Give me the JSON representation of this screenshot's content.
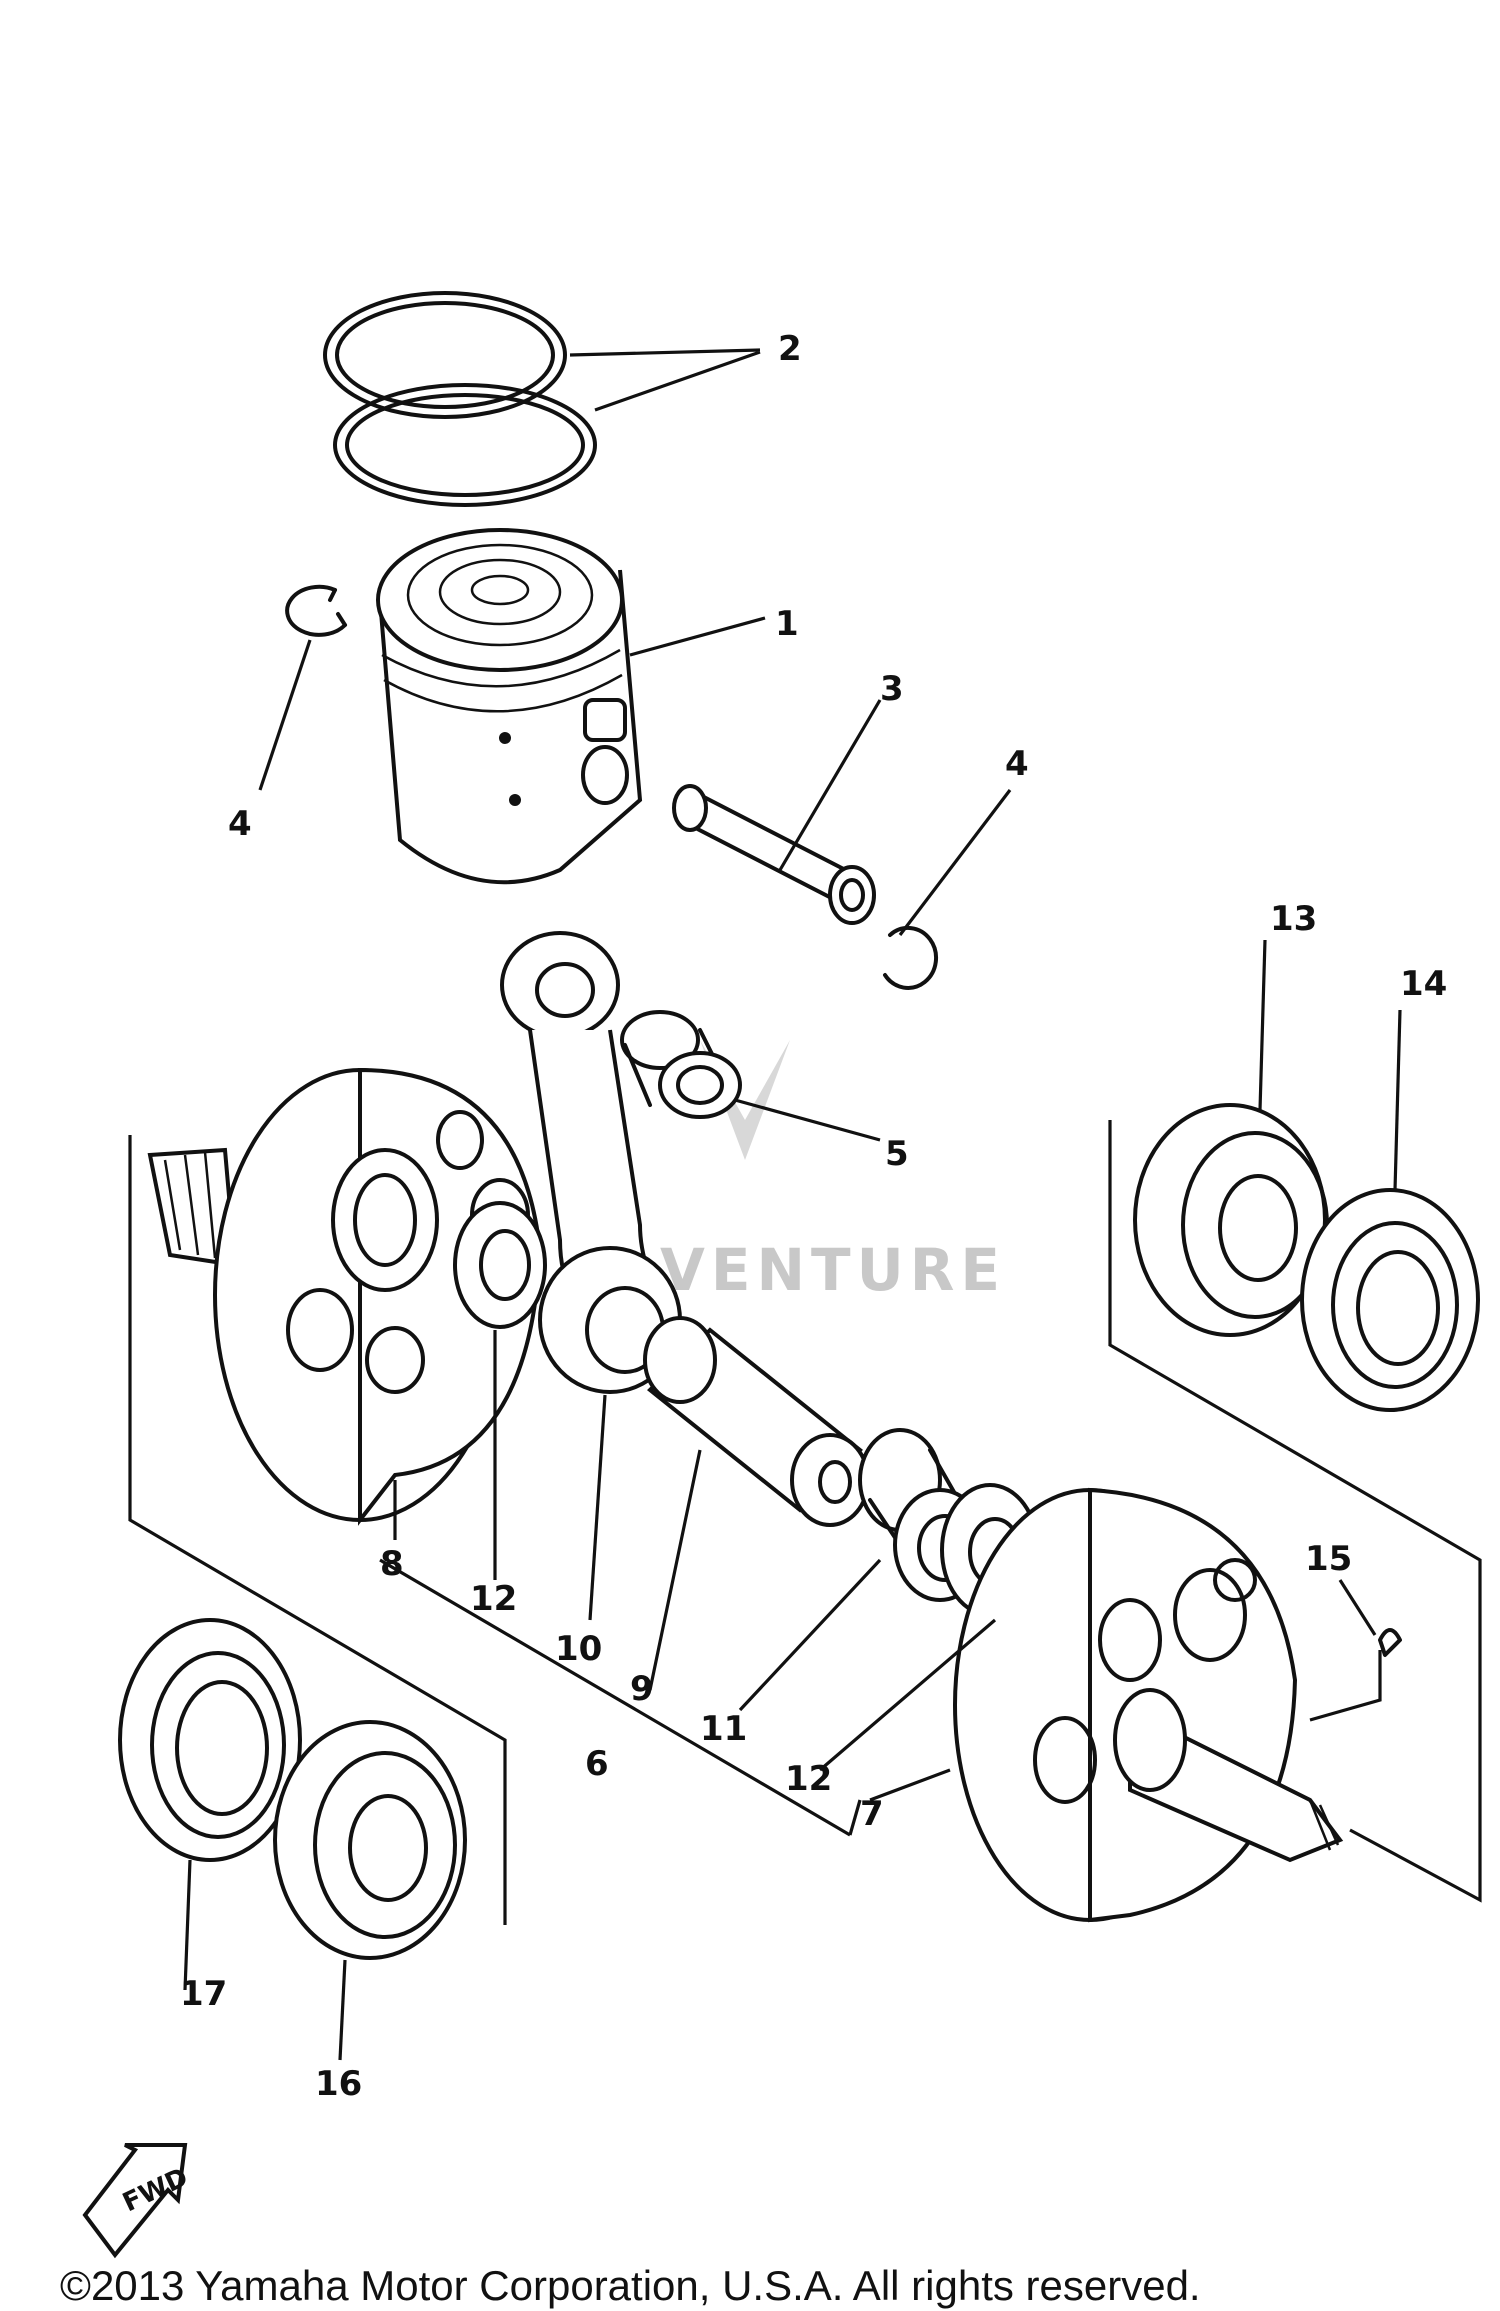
{
  "callouts": [
    {
      "id": "piston",
      "label": "1"
    },
    {
      "id": "rings",
      "label": "2"
    },
    {
      "id": "pin",
      "label": "3"
    },
    {
      "id": "clip-left",
      "label": "4"
    },
    {
      "id": "clip-right",
      "label": "4"
    },
    {
      "id": "small-bearing",
      "label": "5"
    },
    {
      "id": "assy-6",
      "label": "6"
    },
    {
      "id": "crank-right",
      "label": "7"
    },
    {
      "id": "crank-left",
      "label": "8"
    },
    {
      "id": "crank-pin",
      "label": "9"
    },
    {
      "id": "conrod",
      "label": "10"
    },
    {
      "id": "big-bearing",
      "label": "11"
    },
    {
      "id": "washer-left",
      "label": "12"
    },
    {
      "id": "washer-right",
      "label": "12"
    },
    {
      "id": "bearing-13",
      "label": "13"
    },
    {
      "id": "seal-14",
      "label": "14"
    },
    {
      "id": "key-15",
      "label": "15"
    },
    {
      "id": "bearing-16",
      "label": "16"
    },
    {
      "id": "seal-17",
      "label": "17"
    }
  ],
  "watermark": "VENTURE",
  "fwd_label": "FWD",
  "copyright": "©2013 Yamaha Motor Corporation, U.S.A. All rights reserved."
}
